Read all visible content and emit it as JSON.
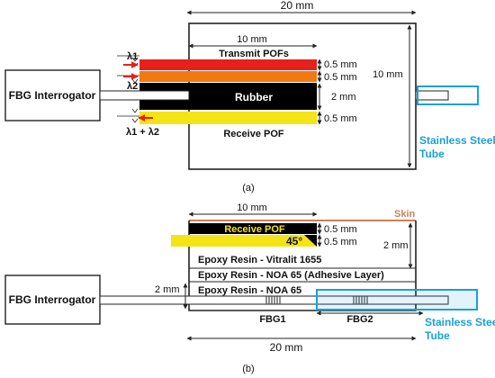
{
  "panel_a": {
    "label": "(a)",
    "dim_top": "20 mm",
    "dim_inner": "10 mm",
    "dim_right": "10 mm",
    "interrogator": "FBG Interrogator",
    "transmit": "Transmit POFs",
    "rubber": "Rubber",
    "receive": "Receive POF",
    "lambda1": "λ1",
    "lambda2": "λ2",
    "lambda_sum": "λ1 + λ2",
    "t1": "0.5 mm",
    "t2": "0.5 mm",
    "t3": "2 mm",
    "t4": "0.5 mm",
    "tube_line1": "Stainless Steel",
    "tube_line2": "Tube",
    "colors": {
      "pof1": "#e8201b",
      "pof2": "#f07a10",
      "rubber": "#000000",
      "receive": "#f5e415",
      "tube": "#1aa0d8"
    }
  },
  "panel_b": {
    "label": "(b)",
    "dim_inner": "10 mm",
    "skin": "Skin",
    "receive": "Receive POF",
    "angle": "45°",
    "t1": "0.5 mm",
    "t2": "0.5 mm",
    "t3": "2 mm",
    "layer1": "Epoxy Resin - Vitralit 1655",
    "layer2": "Epoxy Resin - NOA 65 (Adhesive Layer)",
    "layer3": "Epoxy Resin - NOA 65",
    "interrogator": "FBG Interrogator",
    "left_dim": "2 mm",
    "fbg1": "FBG1",
    "fbg2": "FBG2",
    "tube_line1": "Stainless Steel",
    "tube_line2": "Tube",
    "dim_bottom": "20 mm",
    "colors": {
      "skin": "#c8825a",
      "receive": "#f5e415",
      "tube": "#1aa0d8"
    }
  }
}
